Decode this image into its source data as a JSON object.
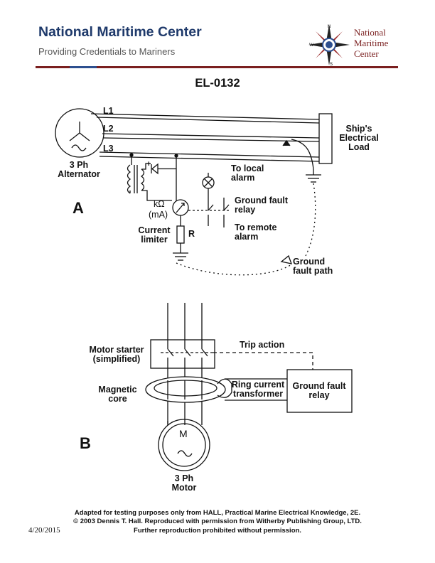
{
  "header": {
    "title": "National Maritime Center",
    "subtitle": "Providing Credentials to Mariners",
    "logo_lines": [
      "National",
      "Maritime",
      "Center"
    ],
    "logo_compass": [
      "N",
      "W",
      "S"
    ]
  },
  "doc_code": "EL-0132",
  "diagram_a": {
    "section_label": "A",
    "line_labels": [
      "L1",
      "L2",
      "L3"
    ],
    "alternator_label": "3 Ph Alternator",
    "load_label": "Ship's Electrical Load",
    "local_alarm": "To local alarm",
    "meter_unit": "kΩ",
    "meter_unit2": "(mA)",
    "relay_label": "Ground fault relay",
    "remote_alarm": "To remote alarm",
    "limiter_label": "Current limiter",
    "resistor_label": "R",
    "fault_path_label": "Ground fault path",
    "plus_sign": "+"
  },
  "diagram_b": {
    "section_label": "B",
    "starter_label": "Motor starter (simplified)",
    "trip_label": "Trip action",
    "core_label": "Magnetic core",
    "ct_label": "Ring current transformer",
    "relay_label": "Ground fault relay",
    "motor_symbol": "M",
    "motor_label": "3 Ph Motor"
  },
  "footer": {
    "line1": "Adapted for testing purposes only from HALL, Practical Marine Electrical Knowledge, 2E.",
    "line2": "© 2003 Dennis T. Hall. Reproduced with permission from Witherby Publishing Group, LTD.",
    "line3": "Further reproduction prohibited without permission.",
    "date": "4/20/2015"
  }
}
